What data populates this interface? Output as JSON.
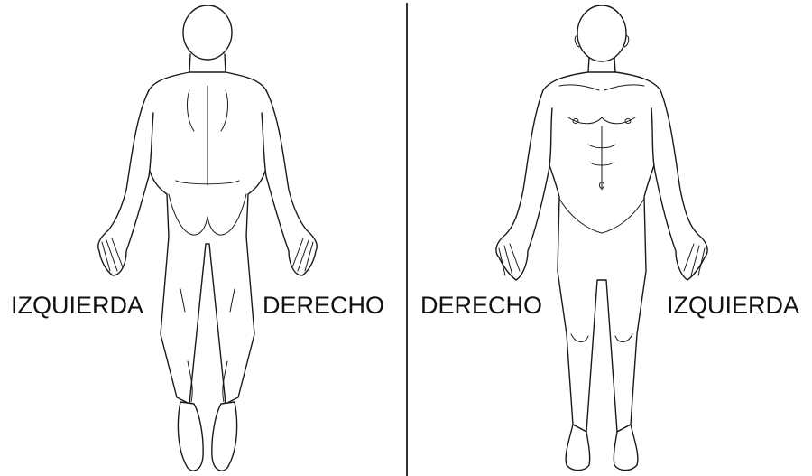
{
  "back_view": {
    "left_label": "IZQUIERDA",
    "right_label": "DERECHO"
  },
  "front_view": {
    "left_label": "DERECHO",
    "right_label": "IZQUIERDA"
  },
  "colors": {
    "background": "#ffffff",
    "line": "#1a1a1a",
    "text": "#111111"
  }
}
